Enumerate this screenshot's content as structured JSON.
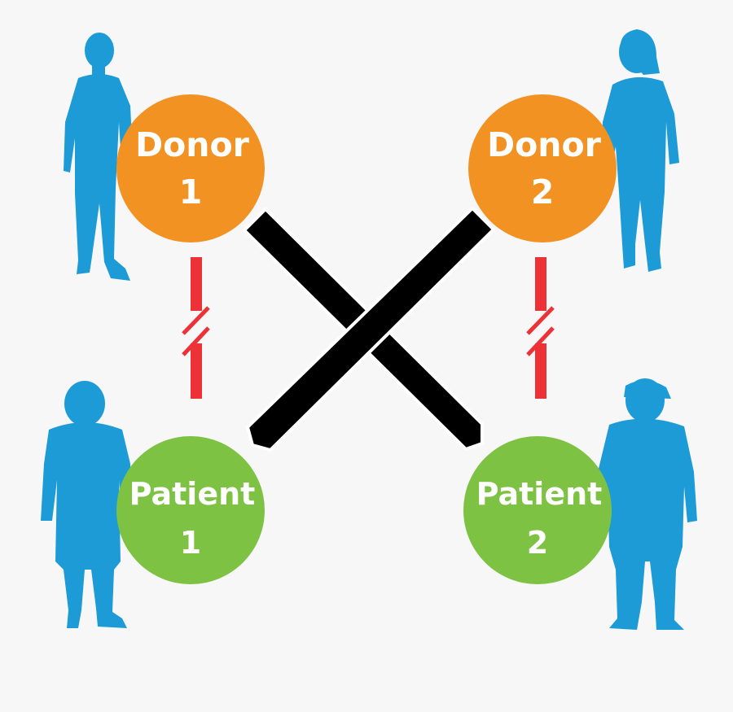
{
  "colors": {
    "background": "#f7f7f7",
    "donor_circle": "#f29222",
    "patient_circle": "#7dc243",
    "person_silhouette": "#1d9bd7",
    "cross_mark": "#000000",
    "incompatible_link": "#ec3237"
  },
  "nodes": {
    "donor1": {
      "line1": "Donor",
      "line2": "1"
    },
    "donor2": {
      "line1": "Donor",
      "line2": "2"
    },
    "patient1": {
      "line1": "Patient",
      "line2": "1"
    },
    "patient2": {
      "line1": "Patient",
      "line2": "2"
    }
  },
  "icons": {
    "person": "person-silhouette-icon",
    "cross": "cross-exchange-icon",
    "broken_link": "broken-link-icon"
  }
}
